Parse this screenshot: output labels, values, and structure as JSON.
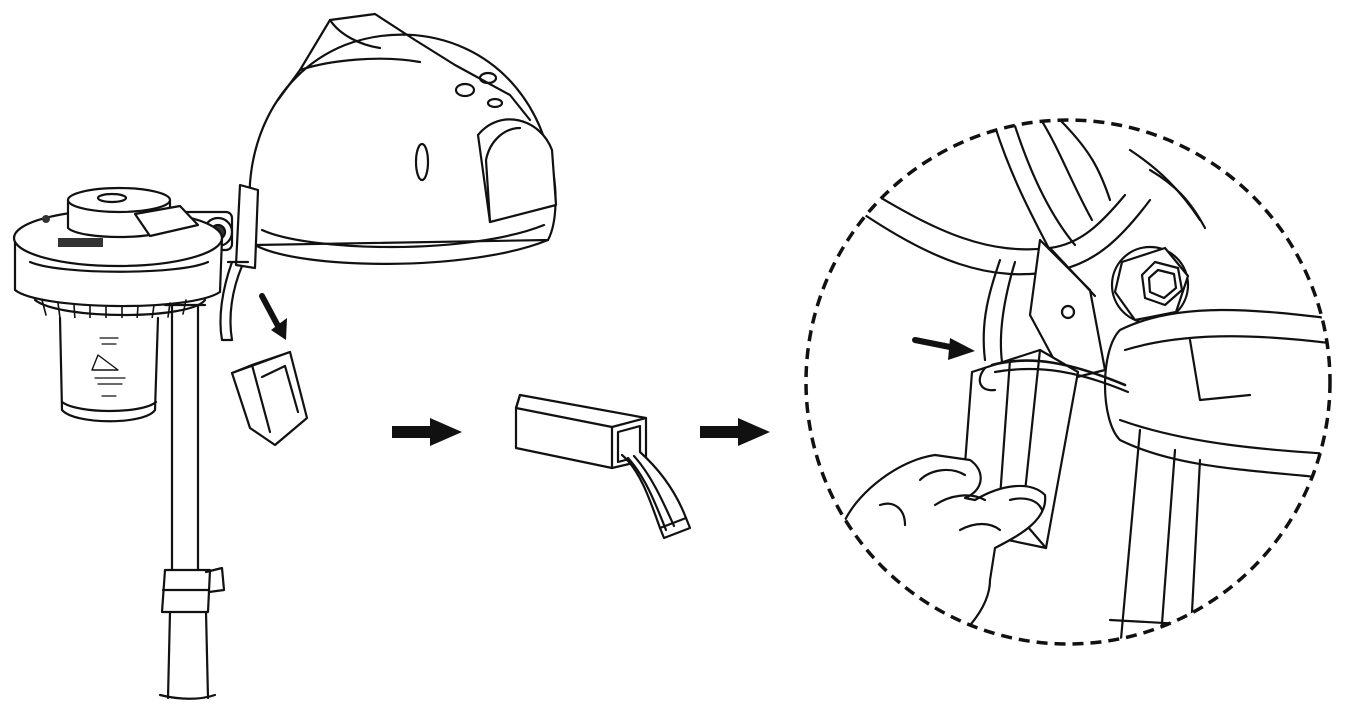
{
  "figure": {
    "panels": [
      {
        "name": "steamer-with-filter-holder",
        "note": ""
      },
      {
        "name": "filter-cartridge-with-strip",
        "note": ""
      },
      {
        "name": "detail-insert-cartridge",
        "note": ""
      }
    ],
    "colors": {
      "line": "#111111",
      "background": "#ffffff"
    },
    "icons": [
      "arrow-right-icon",
      "arrow-right-icon",
      "pointer-arrow-icon"
    ]
  }
}
